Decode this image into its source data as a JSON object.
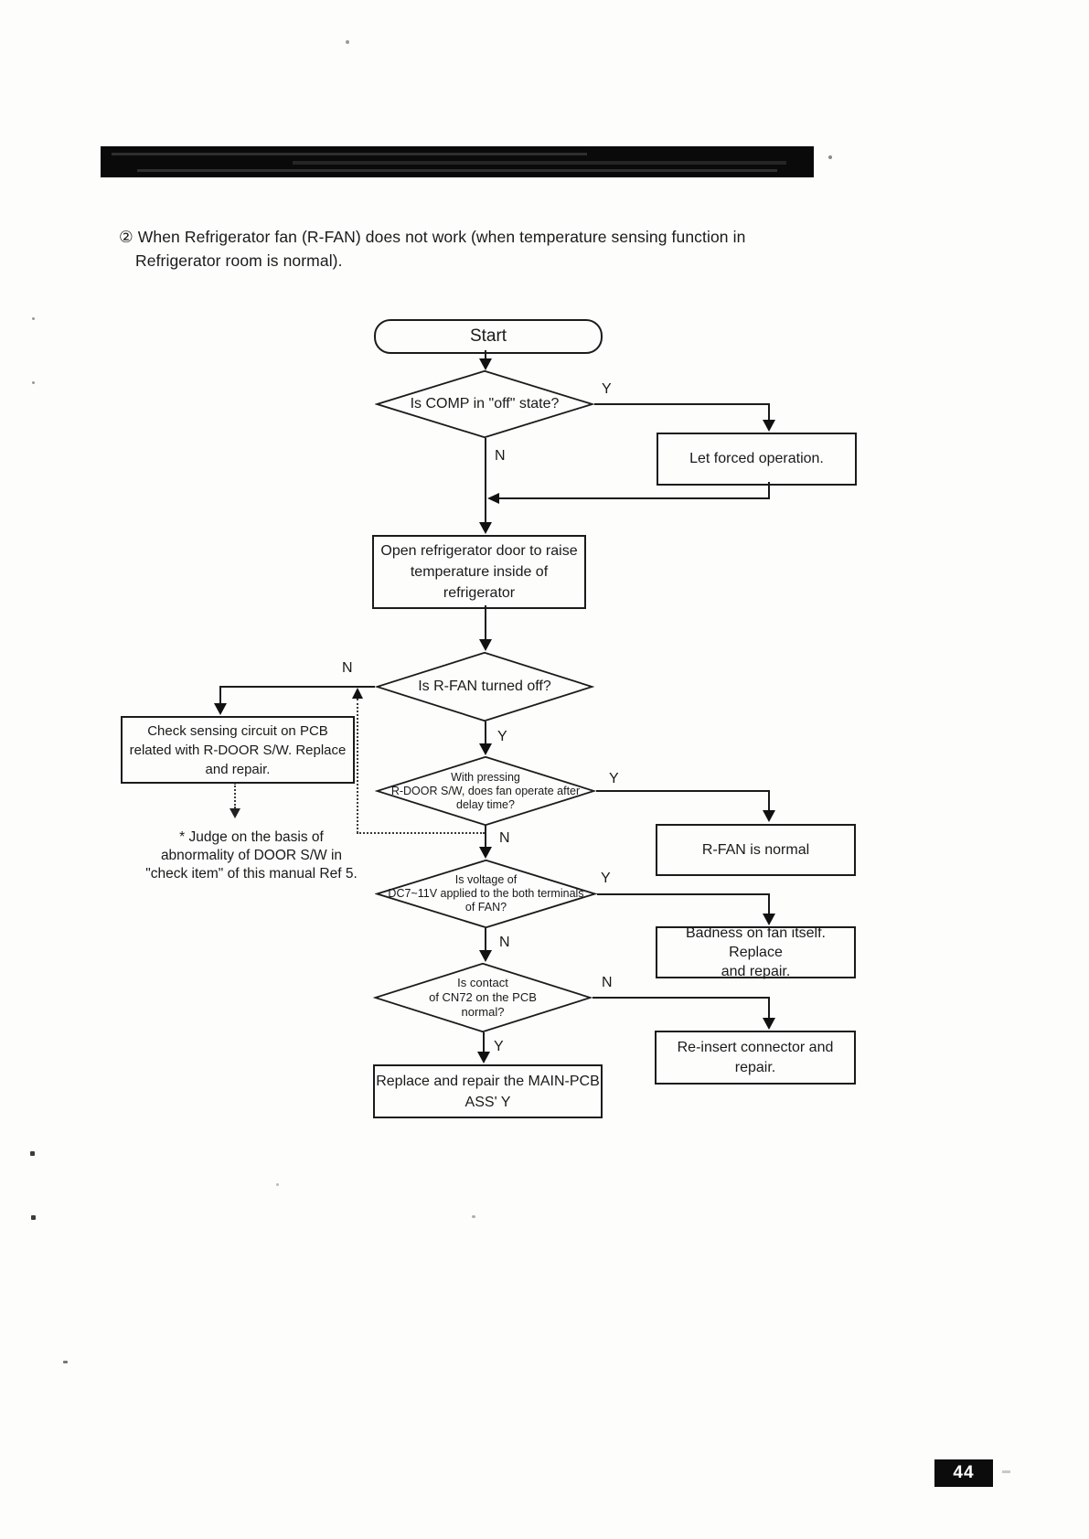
{
  "page": {
    "intro": {
      "line1": "② When Refrigerator fan (R-FAN) does  not work (when  temperature sensing function in",
      "line2": "Refrigerator room is normal)."
    },
    "page_number": "44"
  },
  "labels": {
    "yes": "Y",
    "no": "N"
  },
  "flowchart": {
    "start": {
      "label": "Start"
    },
    "comp_diamond": {
      "lines": [
        "Is  COMP in  \"off\"  state?"
      ]
    },
    "forced_box": {
      "lines": [
        "Let forced operation."
      ]
    },
    "open_box": {
      "lines": [
        "Open  refrigerator door to raise",
        "temperature inside of refrigerator"
      ]
    },
    "rfan_diamond": {
      "lines": [
        "Is R-FAN turned off?"
      ]
    },
    "check_box": {
      "lines": [
        "Check sensing circuit on PCB",
        "related with R-DOOR S/W. Replace",
        "and repair."
      ]
    },
    "judge_note": {
      "lines": [
        "*  Judge  on the  basis of",
        "abnormality  of DOOR S/W in",
        "\"check item\" of  this manual Ref 5."
      ]
    },
    "pressing_diamond": {
      "lines": [
        "With pressing",
        "R-DOOR S/W, does fan operate after",
        "delay time?"
      ]
    },
    "normal_box": {
      "lines": [
        "R-FAN is normal"
      ]
    },
    "voltage_diamond": {
      "lines": [
        "Is voltage of",
        "DC7~11V applied to the both terminals",
        "of FAN?"
      ]
    },
    "badness_box": {
      "lines": [
        "Badness on fan itself. Replace",
        "and repair."
      ]
    },
    "contact_diamond": {
      "lines": [
        "Is contact",
        "of CN72 on the PCB",
        "normal?"
      ]
    },
    "reinsert_box": {
      "lines": [
        "Re-insert connector and repair."
      ]
    },
    "replace_box": {
      "lines": [
        "Replace and repair the MAIN-PCB",
        "ASS' Y"
      ]
    }
  }
}
